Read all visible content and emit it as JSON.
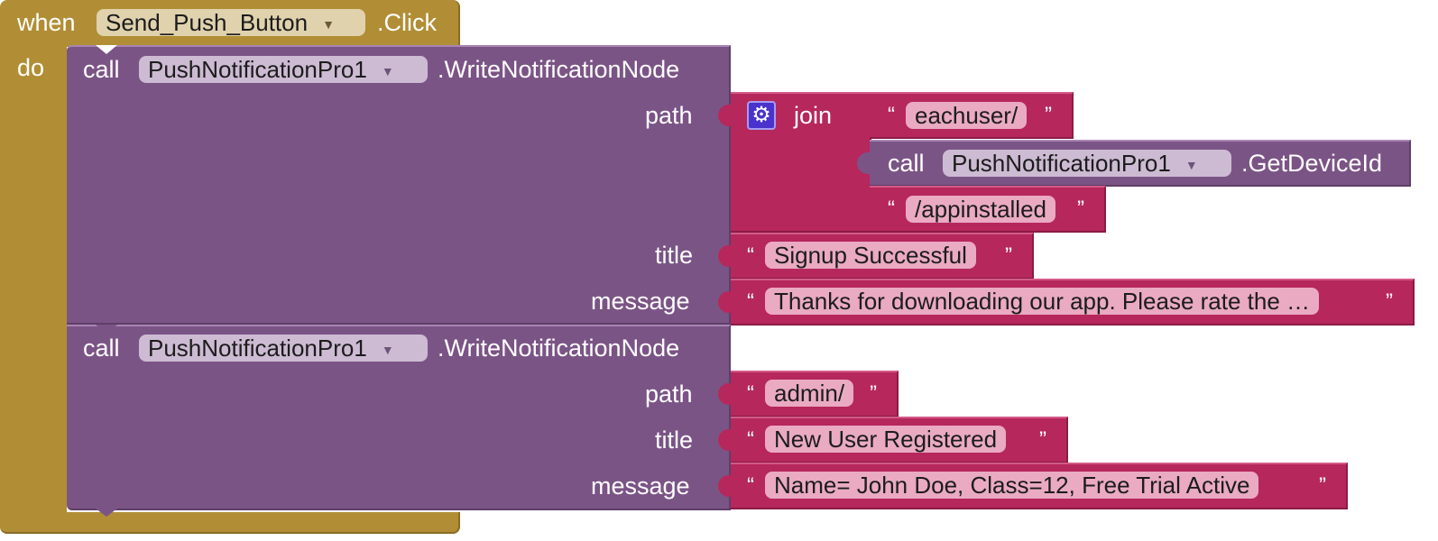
{
  "event": {
    "when_label": "when",
    "component": "Send_Push_Button",
    "event_name": ".Click",
    "do_label": "do"
  },
  "calls": [
    {
      "call_label": "call",
      "component": "PushNotificationPro1",
      "method": ".WriteNotificationNode",
      "params": {
        "path": "path",
        "title": "title",
        "message": "message"
      },
      "join_label": "join",
      "path_parts": [
        {
          "kind": "text",
          "value": "eachuser/"
        },
        {
          "kind": "call",
          "call_label": "call",
          "component": "PushNotificationPro1",
          "method": ".GetDeviceId"
        },
        {
          "kind": "text",
          "value": "/appinstalled"
        }
      ],
      "title_value": "Signup Successful",
      "message_value": "Thanks for downloading our app. Please rate the …"
    },
    {
      "call_label": "call",
      "component": "PushNotificationPro1",
      "method": ".WriteNotificationNode",
      "params": {
        "path": "path",
        "title": "title",
        "message": "message"
      },
      "path_value": "admin/",
      "title_value": "New User Registered",
      "message_value": "Name= John Doe, Class=12, Free Trial Active"
    }
  ],
  "glyphs": {
    "open_quote": "“",
    "close_quote": "”",
    "dropdown_arrow": "▼",
    "gear": "⚙"
  },
  "colors": {
    "event_block": "#b18e35",
    "component_block": "#7b5486",
    "text_block": "#b6275c",
    "mutator_gear": "#4a33cc"
  }
}
